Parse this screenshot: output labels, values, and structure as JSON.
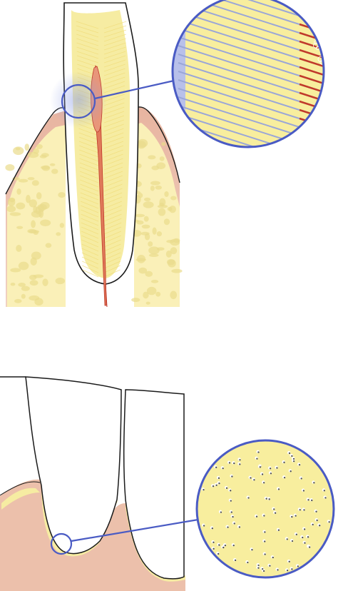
{
  "figures": [
    {
      "subject": "incisor-longitudinal-section",
      "detail": "dentinal-tubules-magnified"
    },
    {
      "subject": "teeth-with-gingiva",
      "detail": "cementum-or-bone-lacunae-magnified"
    }
  ],
  "colors": {
    "background": "#ffffff",
    "dentin": "#f6eca2",
    "dentin_light": "#faf3c4",
    "pulp": "#e07a5a",
    "pulp_dark": "#c0392b",
    "gum": "#e8b4a0",
    "gum_dark": "#d9967f",
    "bone_pore": "#eadb8c",
    "ring": "#4a5bc4",
    "outline": "#1a1a1a",
    "enamel": "#ffffff",
    "tubule_line": "#9aa6d8"
  }
}
